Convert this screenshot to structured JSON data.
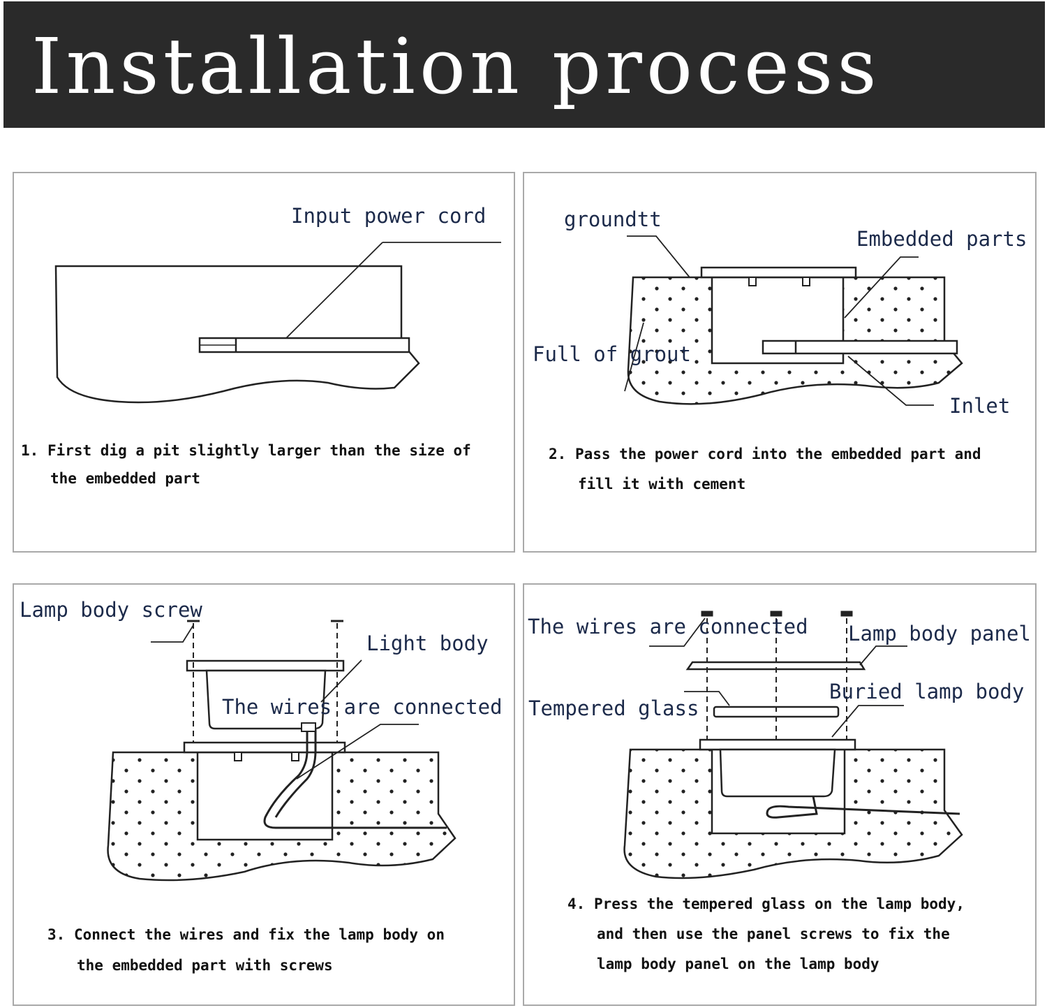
{
  "header": {
    "title": "Installation process"
  },
  "steps": [
    {
      "labels": {
        "input_power_cord": "Input power cord"
      },
      "number": "1.",
      "line1": "First dig a pit slightly larger than the size of",
      "line2": "the embedded part"
    },
    {
      "labels": {
        "groundtt": "groundtt",
        "embedded_parts": "Embedded parts",
        "full_of_grout": "Full of grout",
        "inlet": "Inlet"
      },
      "number": "2.",
      "line1": "Pass the power cord into the embedded part and",
      "line2": "fill it with cement"
    },
    {
      "labels": {
        "lamp_body_screw": "Lamp body screw",
        "light_body": "Light body",
        "wires_connected": "The wires are connected"
      },
      "number": "3.",
      "line1": "Connect the wires and fix the lamp body on",
      "line2": "the embedded part with screws"
    },
    {
      "labels": {
        "wires_connected": "The wires are connected",
        "lamp_body_panel": "Lamp body panel",
        "tempered_glass": "Tempered glass",
        "buried_lamp_body": "Buried lamp body"
      },
      "number": "4.",
      "line1": "Press the tempered glass on the lamp body,",
      "line2": "and then use the panel screws to fix the",
      "line3": "lamp body panel on the lamp body"
    }
  ]
}
